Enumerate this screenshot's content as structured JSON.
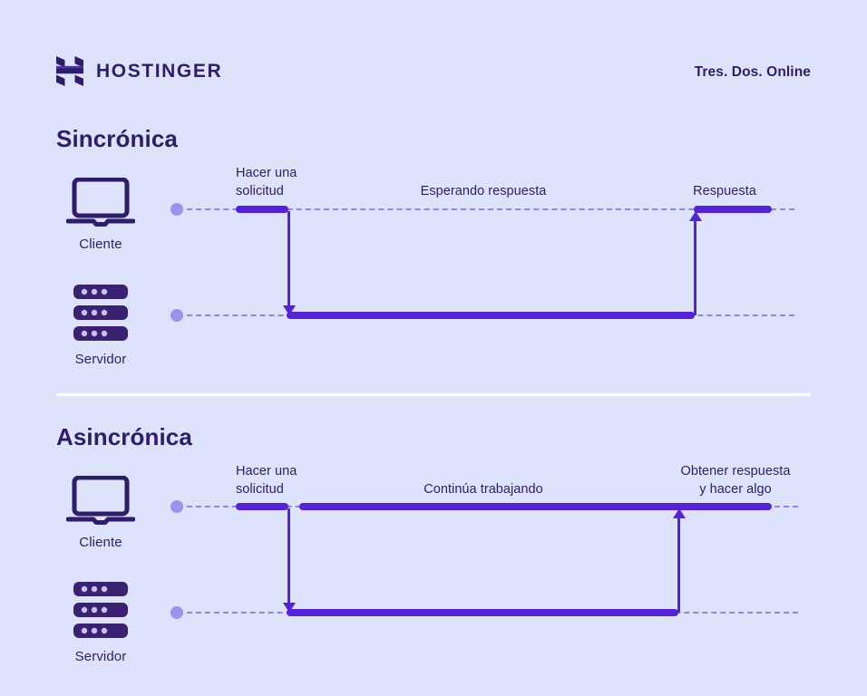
{
  "header": {
    "logo_icon": "hostinger-h-logo-icon",
    "logo_word": "HOSTINGER",
    "brand_right": "Tres. Dos. Online"
  },
  "colors": {
    "background": "#dde3fb",
    "accent": "#5521d9",
    "dash": "#8f84e8",
    "dot": "#9b92ef",
    "text": "#2f1c6a",
    "divider": "#ffffff"
  },
  "sections": [
    {
      "title": "Sincrónica",
      "client": {
        "icon": "laptop-icon",
        "label": "Cliente"
      },
      "server": {
        "icon": "server-icon",
        "label": "Servidor"
      },
      "captions": {
        "request": "Hacer una\nsolicitud",
        "middle": "Esperando respuesta",
        "response": "Respuesta"
      }
    },
    {
      "title": "Asincrónica",
      "client": {
        "icon": "laptop-icon",
        "label": "Cliente"
      },
      "server": {
        "icon": "server-icon",
        "label": "Servidor"
      },
      "captions": {
        "request": "Hacer una\nsolicitud",
        "middle": "Continúa trabajando",
        "response": "Obtener respuesta\ny hacer algo"
      }
    }
  ]
}
